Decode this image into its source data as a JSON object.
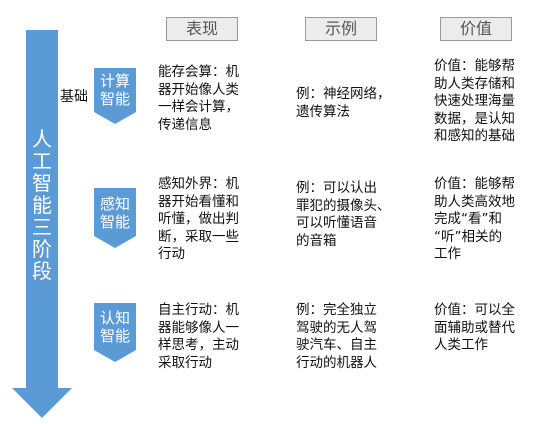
{
  "colors": {
    "accent": "#5b9bd5",
    "header_bg": "#ececec",
    "header_border": "#9a9a9a"
  },
  "main_arrow": {
    "text": "人工智能三阶段"
  },
  "basic_label": "基础",
  "headers": {
    "performance": "表现",
    "example": "示例",
    "value": "价值"
  },
  "stages": [
    {
      "name_line1": "计算",
      "name_line2": "智能",
      "performance": [
        "能存会算：机",
        "器开始像人类",
        "一样会计算，",
        "传递信息"
      ],
      "example": [
        "例：神经网络，",
        "遗传算法"
      ],
      "value": [
        "价值：能够帮",
        "助人类存储和",
        "快速处理海量",
        "数据，是认知",
        "和感知的基础"
      ]
    },
    {
      "name_line1": "感知",
      "name_line2": "智能",
      "performance": [
        "感知外界：机",
        "器开始看懂和",
        "听懂，做出判",
        "断，采取一些",
        "行动"
      ],
      "example": [
        "例：可以认出",
        "罪犯的摄像头、",
        "可以听懂语音",
        "的音箱"
      ],
      "value": [
        "价值：能够帮",
        "助人类高效地",
        "完成“看”和",
        "“听”相关的",
        "工作"
      ]
    },
    {
      "name_line1": "认知",
      "name_line2": "智能",
      "performance": [
        "自主行动：机",
        "器能够像人一",
        "样思考，主动",
        "采取行动"
      ],
      "example": [
        "例：完全独立",
        "驾驶的无人驾",
        "驶汽车、自主",
        "行动的机器人"
      ],
      "value": [
        "价值：可以全",
        "面辅助或替代",
        "人类工作"
      ]
    }
  ]
}
